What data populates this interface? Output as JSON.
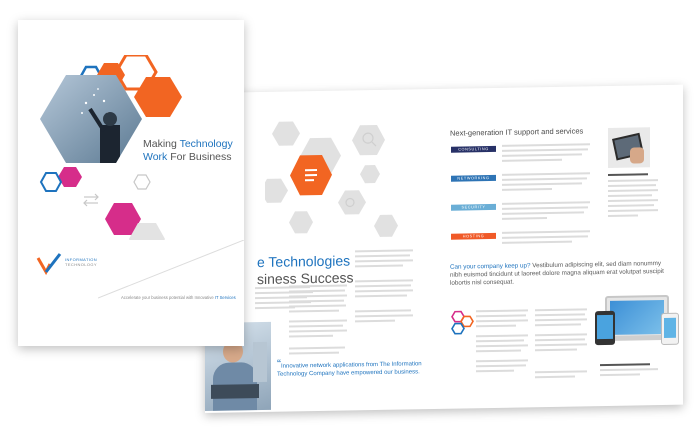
{
  "colors": {
    "orange": "#f26522",
    "blue": "#1e73be",
    "navy": "#1f2b6b",
    "magenta": "#d62d8a",
    "hex_gray": "#dcdcdc",
    "tag_navy": "#273167",
    "tag_blue": "#2e74b5",
    "tag_cyan": "#6aaed6",
    "tag_orange": "#f05a28"
  },
  "cover": {
    "headline_line1_a": "Making ",
    "headline_line1_b": "Technology",
    "headline_line2_a": "Work",
    "headline_line2_b": " For Business",
    "logo_line1": "INFORMATION",
    "logo_line2": "TECHNOLOGY",
    "tagline_a": "Accelerate your business potential with Innovative ",
    "tagline_b": "IT Services",
    "icons": [
      "speech-bubble-icon"
    ]
  },
  "inside": {
    "center_title_line1": "e Technologies",
    "center_title_line2": "siness Success",
    "quote_text": "Innovative network applications from The Information Technology Company have empowered our business.",
    "heading": "Next-generation IT support and services",
    "services": [
      "CONSULTING",
      "NETWORKING",
      "SECURITY",
      "HOSTING"
    ],
    "question_bold": "Can your company keep up?",
    "question_rest": " Vestibulum adipiscing elit, sed diam nonummy nibh euismod tincidunt ut laoreet dolore magna aliquam erat volutpat suscipit lobortis nisl consequat."
  }
}
